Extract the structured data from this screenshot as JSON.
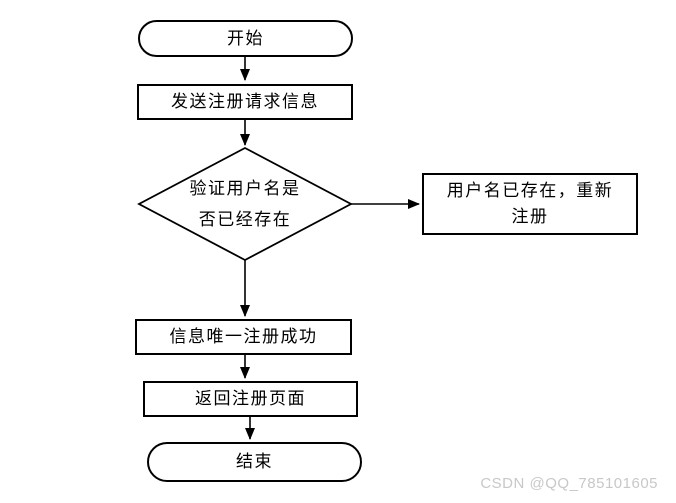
{
  "diagram": {
    "type": "flowchart",
    "nodes": [
      {
        "id": "start",
        "shape": "stadium",
        "label": "开始"
      },
      {
        "id": "send-request",
        "shape": "rect",
        "label": "发送注册请求信息"
      },
      {
        "id": "verify-username",
        "shape": "diamond",
        "lines": [
          "验证用户名是",
          "否已经存在"
        ]
      },
      {
        "id": "username-exists",
        "shape": "rect",
        "lines": [
          "用户名已存在，重新",
          "注册"
        ]
      },
      {
        "id": "register-success",
        "shape": "rect",
        "label": "信息唯一注册成功"
      },
      {
        "id": "return-page",
        "shape": "rect",
        "label": "返回注册页面"
      },
      {
        "id": "end",
        "shape": "stadium",
        "label": "结束"
      }
    ],
    "edges": [
      {
        "from": "start",
        "to": "send-request",
        "direction": "down"
      },
      {
        "from": "send-request",
        "to": "verify-username",
        "direction": "down"
      },
      {
        "from": "verify-username",
        "to": "username-exists",
        "direction": "right"
      },
      {
        "from": "verify-username",
        "to": "register-success",
        "direction": "down"
      },
      {
        "from": "register-success",
        "to": "return-page",
        "direction": "down"
      },
      {
        "from": "return-page",
        "to": "end",
        "direction": "down"
      }
    ]
  },
  "watermark": {
    "text": "CSDN @QQ_785101605"
  },
  "colors": {
    "stroke": "#000000",
    "fill": "#ffffff",
    "text": "#000000",
    "watermark": "#c8c8c8"
  }
}
